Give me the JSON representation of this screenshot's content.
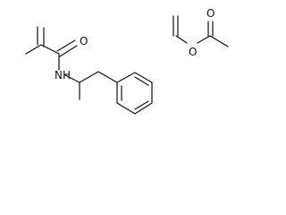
{
  "molecules": [
    {
      "atom_labels": {
        "carbonyl_oxygen": "O",
        "amide_nitrogen": "NH"
      }
    },
    {
      "atom_labels": {
        "carbonyl_oxygen": "O",
        "ester_oxygen": "O"
      }
    }
  ]
}
